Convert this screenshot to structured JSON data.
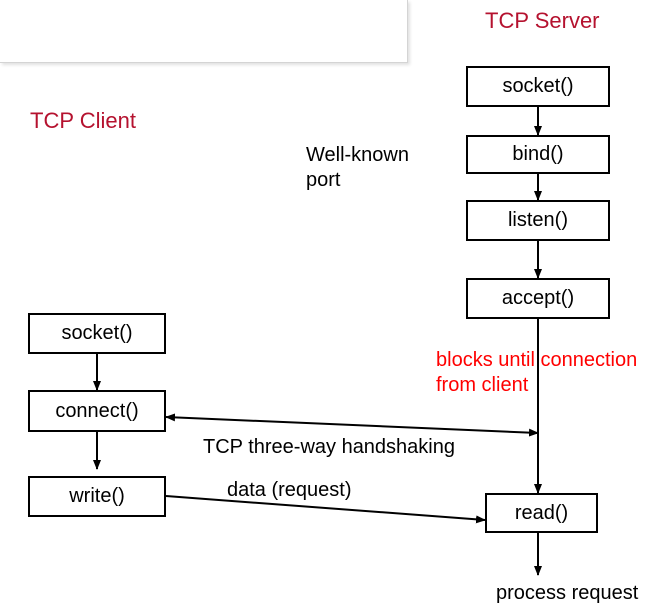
{
  "server": {
    "title": "TCP Server",
    "calls": [
      "socket()",
      "bind()",
      "listen()",
      "accept()",
      "read()"
    ]
  },
  "client": {
    "title": "TCP Client",
    "calls": [
      "socket()",
      "connect()",
      "write()"
    ]
  },
  "labels": {
    "well_known_port_line1": "Well-known",
    "well_known_port_line2": "port",
    "blocks_line1": "blocks until connection",
    "blocks_line2": "from client",
    "handshake": "TCP three-way handshaking",
    "data_request": "data (request)",
    "process_request": "process request"
  },
  "colors": {
    "title": "#b5122f",
    "blocks_note": "#ff0000"
  }
}
